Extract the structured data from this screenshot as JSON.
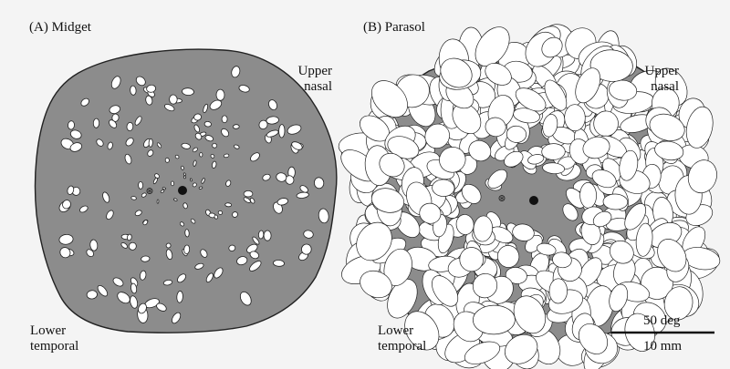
{
  "panels": [
    {
      "id": "midget",
      "title": "(A)  Midget",
      "label_upper": [
        "Upper",
        "nasal"
      ],
      "label_lower": [
        "Lower",
        "temporal"
      ],
      "field_color": "#8c8c8c"
    },
    {
      "id": "parasol",
      "title": "(B)  Parasol",
      "label_upper": [
        "Upper",
        "nasal"
      ],
      "label_lower": [
        "Lower",
        "temporal"
      ],
      "field_color": "#8c8c8c"
    }
  ],
  "scale_bar": {
    "top_label": "50 deg",
    "bottom_label": "10 mm"
  },
  "colors": {
    "background": "#f4f4f4",
    "field": "#8c8c8c",
    "cell": "#ffffff",
    "outline": "#222222"
  },
  "icons": {
    "fovea": "filled-dot-icon",
    "optic_disc": "asterisk-icon"
  }
}
